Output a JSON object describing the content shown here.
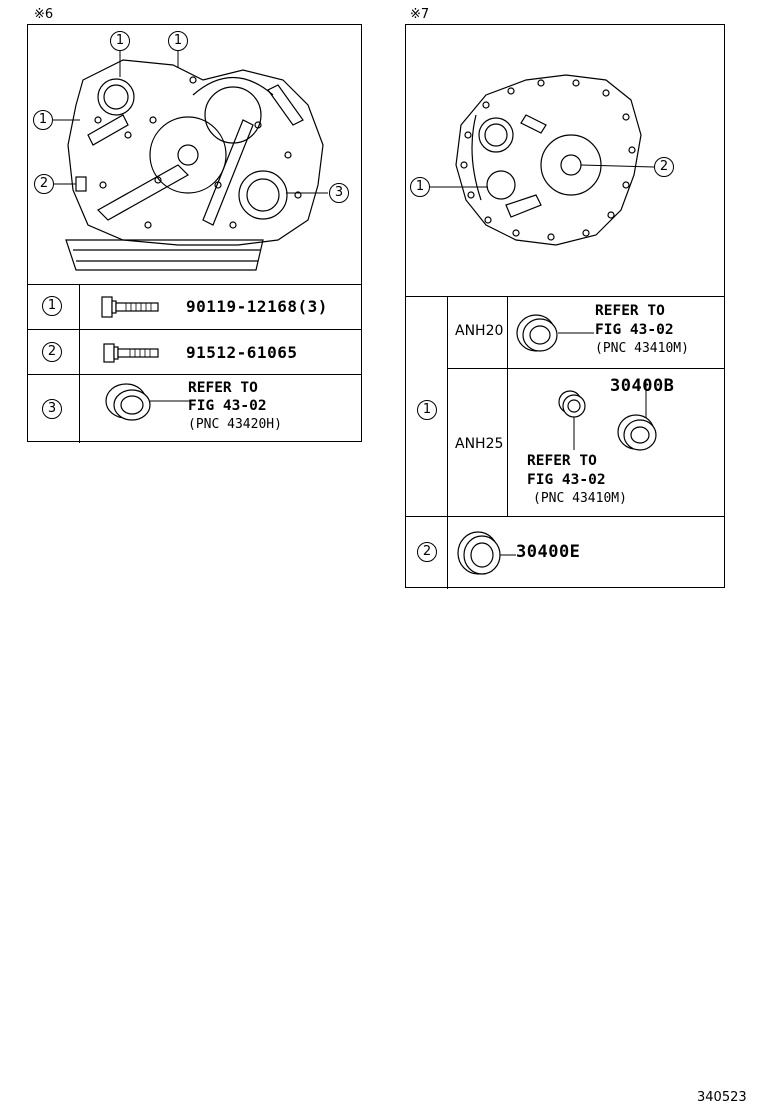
{
  "figure_id": "340523",
  "left": {
    "mark": "※6",
    "callouts": [
      "1",
      "1",
      "1",
      "2",
      "3"
    ],
    "rows": [
      {
        "num": "1",
        "part_no": "90119-12168(3)"
      },
      {
        "num": "2",
        "part_no": "91512-61065"
      },
      {
        "num": "3",
        "ref_lines": [
          "REFER TO",
          "FIG 43-02",
          "(PNC 43420H)"
        ]
      }
    ]
  },
  "right": {
    "mark": "※7",
    "callouts": [
      "1",
      "2"
    ],
    "rows": [
      {
        "num": "1",
        "variants": [
          {
            "model": "ANH20",
            "ref_lines": [
              "REFER TO",
              "FIG 43-02",
              "(PNC 43410M)"
            ]
          },
          {
            "model": "ANH25",
            "part_no": "30400B",
            "ref_lines": [
              "REFER TO",
              "FIG 43-02",
              "(PNC 43410M)"
            ]
          }
        ]
      },
      {
        "num": "2",
        "part_no": "30400E"
      }
    ]
  }
}
